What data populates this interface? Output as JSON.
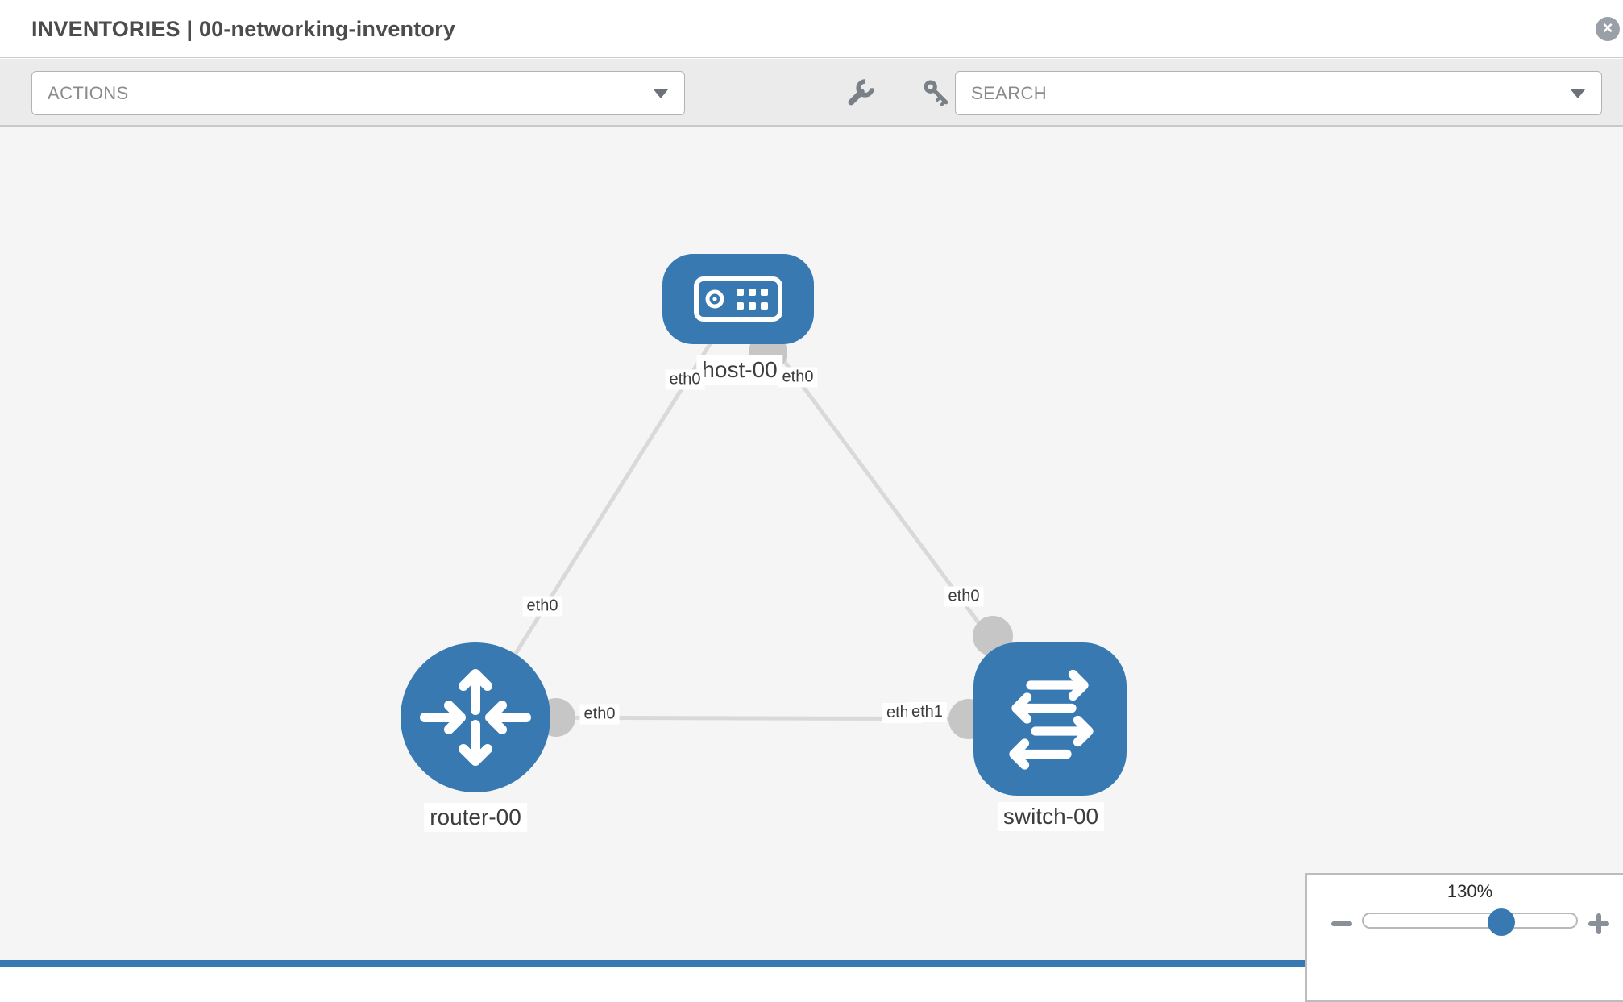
{
  "header": {
    "title": "INVENTORIES | 00-networking-inventory",
    "close_glyph": "×"
  },
  "toolbar": {
    "actions_label": "ACTIONS",
    "search_label": "SEARCH"
  },
  "icons": {
    "wrench-icon": "wrench (svg shape)",
    "key-icon": "key (svg shape)",
    "chevron-down-icon": "▼",
    "close-icon": "×",
    "zoom-out-icon": "−",
    "zoom-in-icon": "+",
    "host-icon": "server faceplate (svg shape)",
    "router-icon": "four routing arrows (svg shape)",
    "switch-icon": "staggered left-right arrows (svg shape)"
  },
  "colors": {
    "node_blue": "#3879b2",
    "link_gray": "#d9d9d9",
    "endpoint_gray": "#c6c6c6",
    "canvas_bg": "#f5f5f5",
    "toolbar_bg": "#ebebeb"
  },
  "topology": {
    "nodes": [
      {
        "label": "host-00",
        "type": "host"
      },
      {
        "label": "router-00",
        "type": "router"
      },
      {
        "label": "switch-00",
        "type": "switch"
      }
    ],
    "links": [
      {
        "from": "host-00",
        "to": "router-00"
      },
      {
        "from": "host-00",
        "to": "switch-00"
      },
      {
        "from": "router-00",
        "to": "switch-00"
      }
    ],
    "interfaces": {
      "host_to_router_host_side": "eth0",
      "host_to_router_router_side": "eth0",
      "host_to_switch_host_side": "eth0",
      "host_to_switch_switch_side": "eth0",
      "router_to_switch_router_side": "eth0",
      "router_to_switch_switch_side": "eth1",
      "router_to_switch_switch_side_overlapped": "eth0"
    }
  },
  "zoom_control": {
    "level": "130%",
    "value": 130
  }
}
